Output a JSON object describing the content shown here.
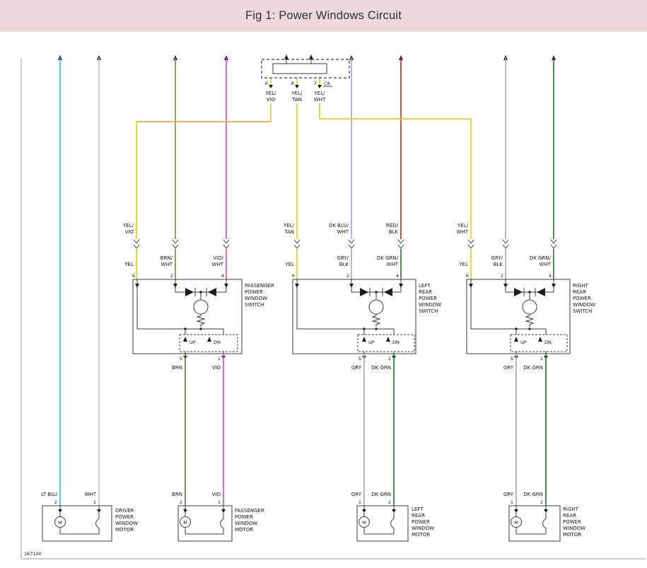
{
  "header": {
    "title": "Fig 1: Power Windows Circuit"
  },
  "diagram_id": "167100",
  "colors": {
    "header_bg": "#eedade",
    "block_fill": "#cdcdee",
    "line": "#3a3a46",
    "lt_blu": "#2fc4ee",
    "wht": "#c6c6c6",
    "brn_wht": "#9a8258",
    "brn": "#8a6d2f",
    "vio": "#d94fd9",
    "yel": "#e3d313",
    "yel_vio_horizontal": "#f2a93b",
    "dk_blu_wht": "#9fb0c4",
    "red_blk": "#cf2a2a",
    "gry": "#ababab",
    "dk_grn": "#22872f"
  },
  "connector": {
    "label": "C8",
    "pins": [
      "6",
      "8",
      "7"
    ],
    "wire_labels": [
      [
        "YEL/",
        "VIO"
      ],
      [
        "YEL/",
        "TAN"
      ],
      [
        "YEL/",
        "WHT"
      ]
    ]
  },
  "switches": [
    {
      "name": [
        "PASSENGER",
        "POWER",
        "WINDOW",
        "SWITCH"
      ],
      "pins_top": [
        "6",
        "2",
        "4"
      ],
      "pins_bottom": [
        "5",
        "1"
      ],
      "feed_upper": [
        "YEL/",
        "VIO"
      ],
      "feed_lower": "YEL",
      "wire2": [
        "BRN/",
        "WHT"
      ],
      "wire4": [
        "VIO/",
        "WHT"
      ],
      "out": [
        "BRN",
        "VIO"
      ],
      "positions": [
        "UP",
        "DN"
      ]
    },
    {
      "name": [
        "LEFT",
        "REAR",
        "POWER",
        "WINDOW",
        "SWITCH"
      ],
      "pins_top": [
        "6",
        "2",
        "4"
      ],
      "pins_bottom": [
        "5",
        "1"
      ],
      "feed_upper": [
        "YEL/",
        "TAN"
      ],
      "feed_lower": "YEL",
      "wire2_upper": [
        "DK BLU/",
        "WHT"
      ],
      "wire2": [
        "GRY/",
        "BLK"
      ],
      "wire4_upper": [
        "RED/",
        "BLK"
      ],
      "wire4": [
        "DK GRN/",
        "WHT"
      ],
      "out": [
        "GRY",
        "DK GRN"
      ],
      "positions": [
        "UP",
        "DN"
      ]
    },
    {
      "name": [
        "RIGHT",
        "REAR",
        "POWER",
        "WINDOW",
        "SWITCH"
      ],
      "pins_top": [
        "6",
        "2",
        "4"
      ],
      "pins_bottom": [
        "5",
        "1"
      ],
      "feed_upper": [
        "YEL/",
        "WHT"
      ],
      "feed_lower": "YEL",
      "wire2": [
        "GRY/",
        "BLK"
      ],
      "wire4": [
        "DK GRN/",
        "WHT"
      ],
      "out": [
        "GRY",
        "DK GRN"
      ],
      "positions": [
        "UP",
        "DN"
      ]
    }
  ],
  "motors": [
    {
      "name": [
        "DRIVER",
        "POWER",
        "WINDOW",
        "MOTOR"
      ],
      "pins": [
        "2",
        "1"
      ],
      "wires": [
        "LT BLU",
        "WHT"
      ],
      "symbol": "M"
    },
    {
      "name": [
        "PASSENGER",
        "POWER",
        "WINDOW",
        "MOTOR"
      ],
      "pins": [
        "2",
        "1"
      ],
      "wires": [
        "BRN",
        "VIO"
      ],
      "symbol": "M"
    },
    {
      "name": [
        "LEFT",
        "REAR",
        "POWER",
        "WINDOW",
        "MOTOR"
      ],
      "pins": [
        "1",
        "2"
      ],
      "wires": [
        "GRY",
        "DK GRN"
      ],
      "symbol": "M"
    },
    {
      "name": [
        "RIGHT",
        "REAR",
        "POWER",
        "WINDOW",
        "MOTOR"
      ],
      "pins": [
        "1",
        "2"
      ],
      "wires": [
        "GRY",
        "DK GRN"
      ],
      "symbol": "M"
    }
  ]
}
